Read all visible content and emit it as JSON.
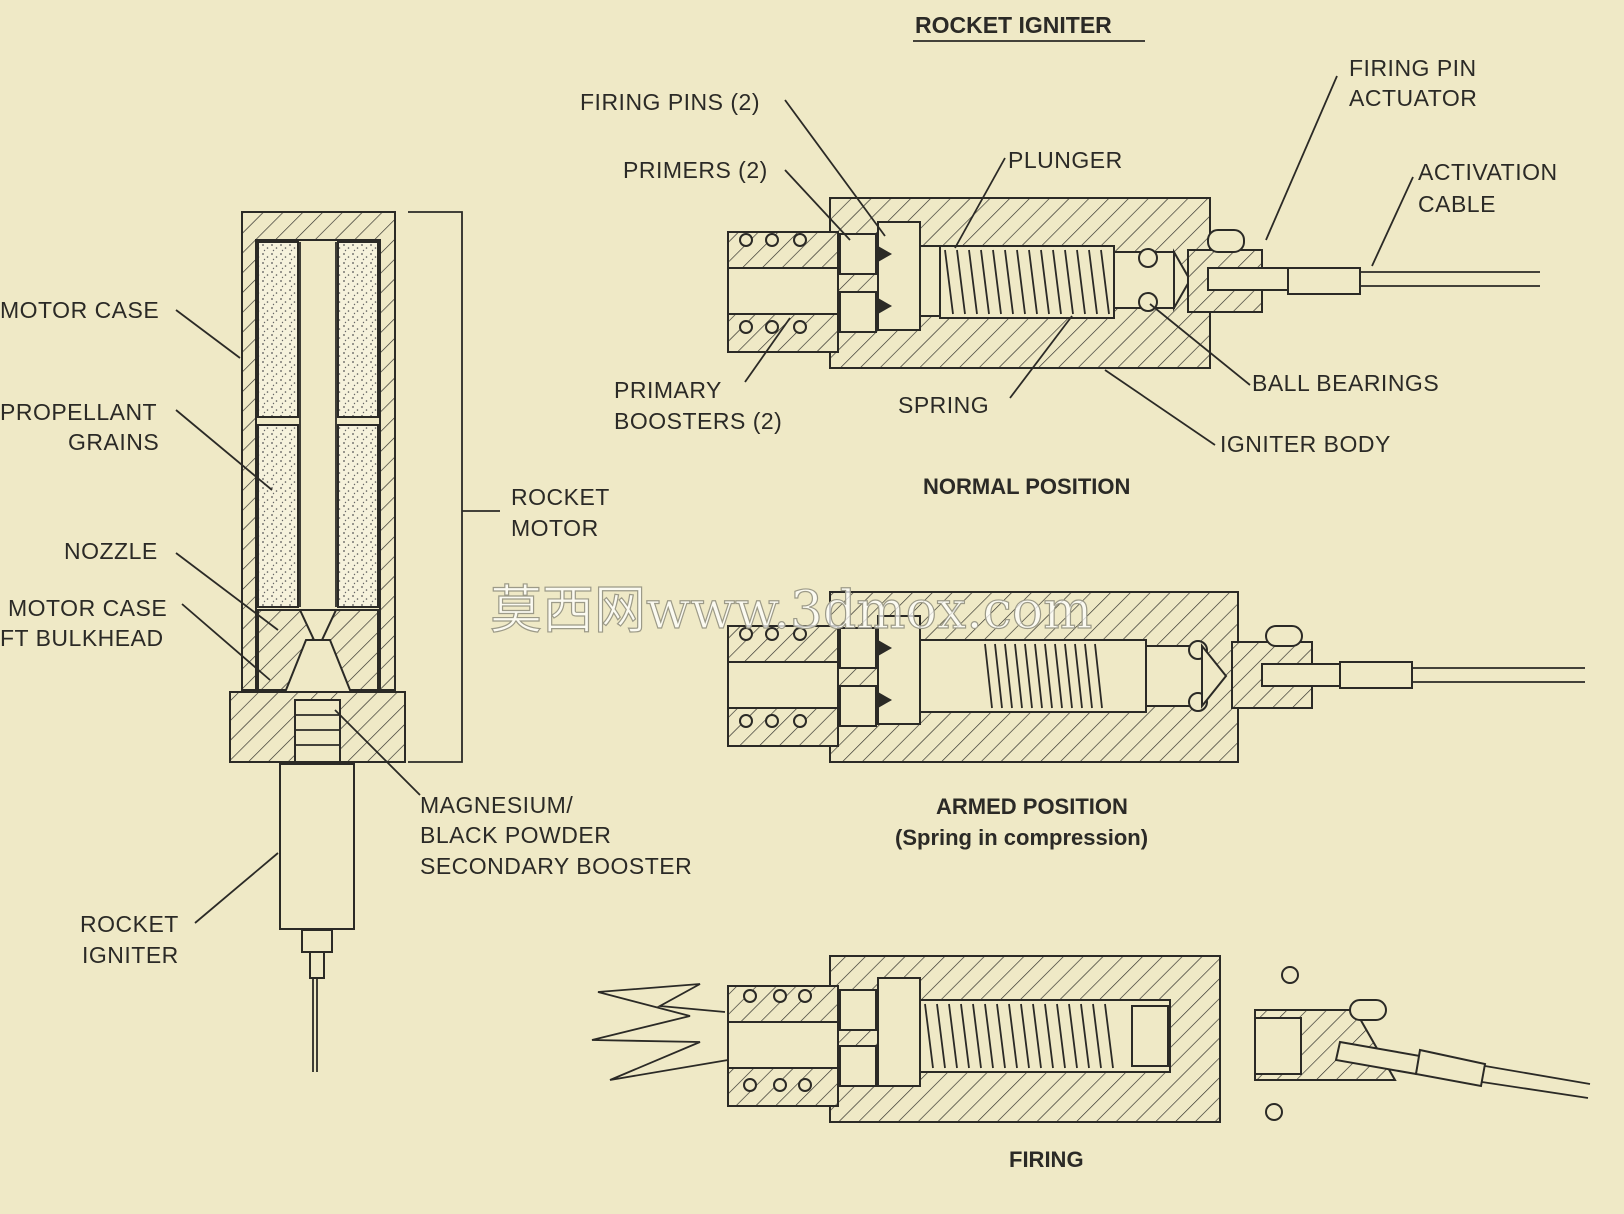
{
  "page_title": "ROCKET IGNITER",
  "motor_labels": {
    "motor_case": "MOTOR CASE",
    "propellant_1": "PROPELLANT",
    "propellant_2": "GRAINS",
    "rocket_motor_1": "ROCKET",
    "rocket_motor_2": "MOTOR",
    "nozzle": "NOZZLE",
    "bulkhead_1": "MOTOR CASE",
    "bulkhead_2": "FT BULKHEAD",
    "booster_1": "MAGNESIUM/",
    "booster_2": "BLACK POWDER",
    "booster_3": "SECONDARY BOOSTER",
    "igniter_1": "ROCKET",
    "igniter_2": "IGNITER"
  },
  "igniter_labels": {
    "firing_pins": "FIRING PINS (2)",
    "primers": "PRIMERS (2)",
    "plunger": "PLUNGER",
    "actuator_1": "FIRING PIN",
    "actuator_2": "ACTUATOR",
    "cable_1": "ACTIVATION",
    "cable_2": "CABLE",
    "primary_1": "PRIMARY",
    "primary_2": "BOOSTERS (2)",
    "spring": "SPRING",
    "ball_bearings": "BALL BEARINGS",
    "igniter_body": "IGNITER BODY"
  },
  "views": {
    "normal": "NORMAL POSITION",
    "armed": "ARMED POSITION",
    "armed_note": "(Spring in compression)",
    "firing": "FIRING"
  },
  "watermark": "莫西网www.3dmox.com",
  "colors": {
    "paper": "#efe9c6",
    "ink": "#2b2a26"
  }
}
